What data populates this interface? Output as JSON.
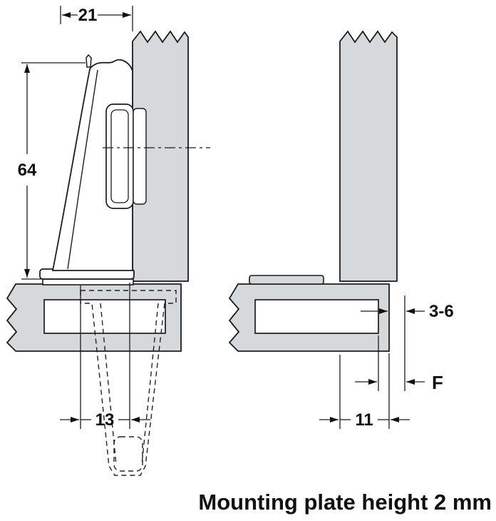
{
  "drawing": {
    "caption": "Mounting plate height 2 mm",
    "dims": {
      "top_overlay": "21",
      "arm_height": "64",
      "cup_distance": "13",
      "plate_setback": "11",
      "door_gap_range": "3-6",
      "reveal": "F"
    }
  }
}
